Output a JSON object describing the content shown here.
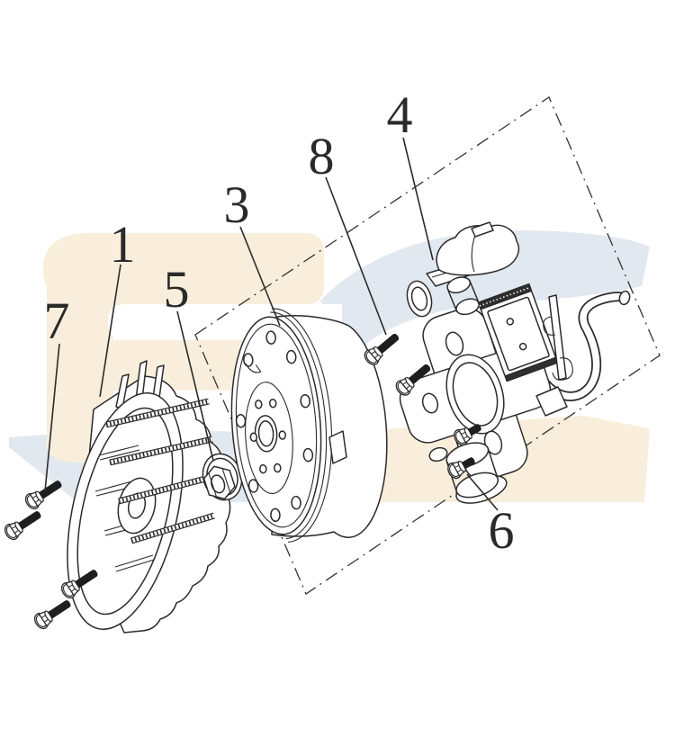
{
  "diagram": {
    "type": "exploded-parts-diagram",
    "callouts": {
      "c1": "1",
      "c3": "3",
      "c4": "4",
      "c5": "5",
      "c6": "6",
      "c7": "7",
      "c8": "8"
    }
  },
  "style": {
    "line_color": "#2b2b2b",
    "watermark_cream": "#f8eedb",
    "watermark_blue": "#e2e8ef",
    "background": "#ffffff"
  }
}
